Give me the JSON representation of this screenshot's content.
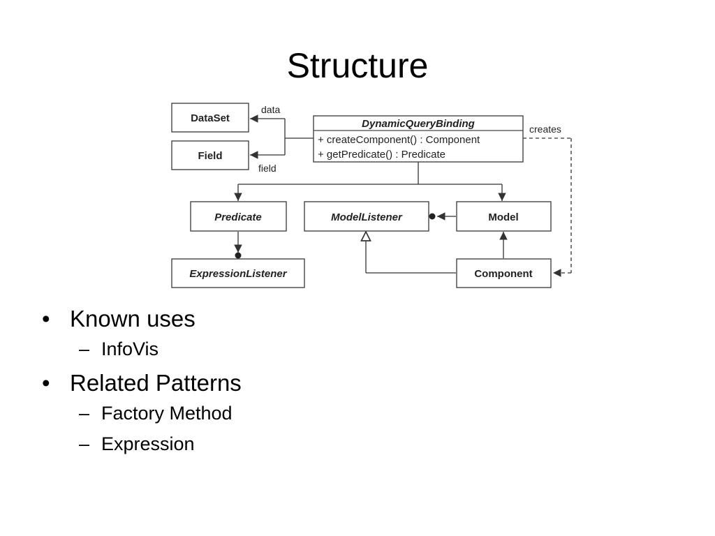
{
  "slide": {
    "title": "Structure"
  },
  "diagram": {
    "nodes": {
      "dataset": "DataSet",
      "field": "Field",
      "dqb": {
        "name": "DynamicQueryBinding",
        "op1": "+ createComponent() : Component",
        "op2": "+ getPredicate() : Predicate"
      },
      "predicate": "Predicate",
      "model_listener": "ModelListener",
      "model": "Model",
      "expression_listener": "ExpressionListener",
      "component": "Component"
    },
    "edge_labels": {
      "data": "data",
      "field": "field",
      "creates": "creates"
    }
  },
  "bullets": [
    {
      "text": "Known uses",
      "children": [
        "InfoVis"
      ]
    },
    {
      "text": "Related Patterns",
      "children": [
        "Factory Method",
        "Expression"
      ]
    }
  ],
  "glyphs": {
    "bullet": "•",
    "dash": "–"
  }
}
